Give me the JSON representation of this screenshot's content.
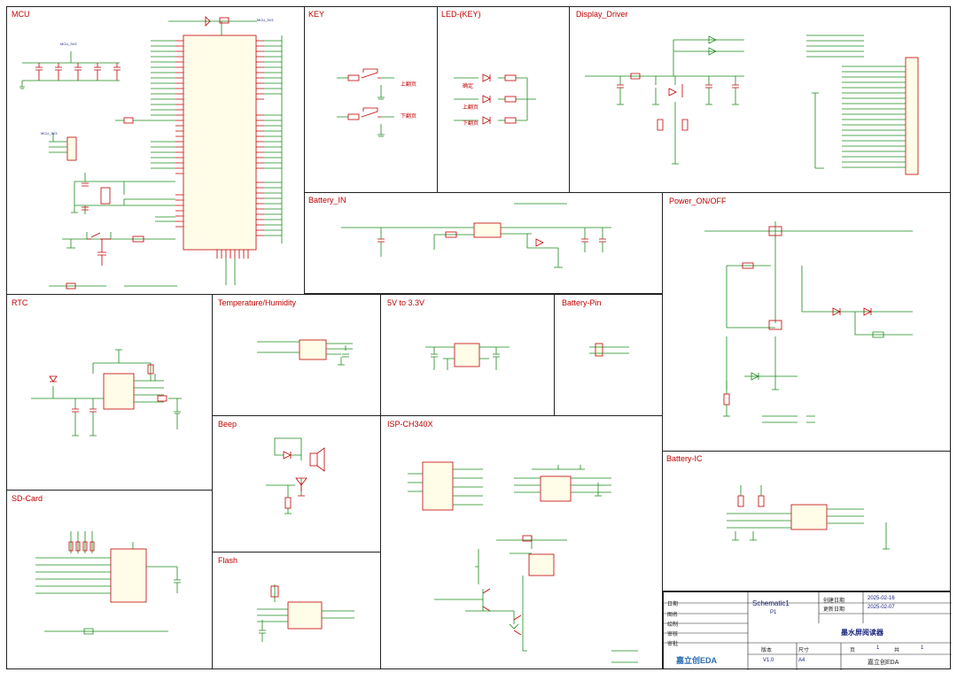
{
  "sections": {
    "mcu": "MCU",
    "key": "KEY",
    "led_key": "LED-(KEY)",
    "display_driver": "Display_Driver",
    "battery_in": "Battery_IN",
    "power_onoff": "Power_ON/OFF",
    "rtc": "RTC",
    "temp_humidity": "Temperature/Humidity",
    "v5_to_3v3": "5V to 3.3V",
    "battery_pin": "Battery-Pin",
    "beep": "Beep",
    "isp_ch340x": "ISP-CH340X",
    "battery_ic": "Battery-IC",
    "sd_card": "SD-Card",
    "flash": "Flash"
  },
  "key_labels": [
    "上翻页",
    "下翻页"
  ],
  "led_labels": [
    "确定",
    "上翻页",
    "下翻页"
  ],
  "mcu_notes": [
    "MCU_3V3",
    "MCU_3V3",
    "MCU_3V3"
  ],
  "title_block": {
    "schematic": "Schematic1",
    "project": "墨水屏阅读器",
    "page_name": "P1",
    "created_label": "创建日期",
    "created_date": "2025-02-16",
    "updated_label": "更新日期",
    "updated_date": "2025-02-07",
    "version_label": "版本",
    "version": "V1.0",
    "size_label": "尺寸",
    "size": "A4",
    "page_label": "页",
    "page": "1",
    "total_label": "共",
    "total": "1",
    "brand": "嘉立创EDA",
    "brand_text": "嘉立创EDA",
    "rows": [
      "日期",
      "图名",
      "绘制",
      "审核",
      "审批"
    ]
  },
  "colors": {
    "wire": "#1b8a1b",
    "part": "#c00000",
    "label": "#1a237e",
    "frame": "#222222"
  }
}
